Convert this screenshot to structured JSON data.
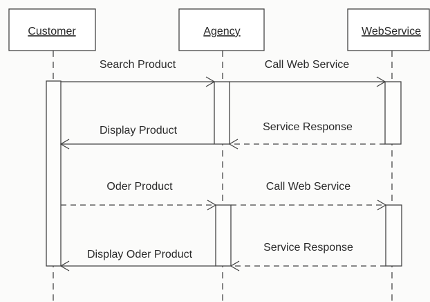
{
  "actors": [
    {
      "id": "customer",
      "name": "Customer"
    },
    {
      "id": "agency",
      "name": "Agency"
    },
    {
      "id": "webservice",
      "name": "WebService"
    }
  ],
  "messages": [
    {
      "id": "search-product",
      "label": "Search Product",
      "from": "customer",
      "to": "agency",
      "style": "solid"
    },
    {
      "id": "call-web-service-1",
      "label": "Call Web Service",
      "from": "agency",
      "to": "webservice",
      "style": "solid"
    },
    {
      "id": "service-response-1",
      "label": "Service Response",
      "from": "webservice",
      "to": "agency",
      "style": "dashed"
    },
    {
      "id": "display-product",
      "label": "Display Product",
      "from": "agency",
      "to": "customer",
      "style": "solid"
    },
    {
      "id": "oder-product",
      "label": "Oder Product",
      "from": "customer",
      "to": "agency",
      "style": "dashed"
    },
    {
      "id": "call-web-service-2",
      "label": "Call Web Service",
      "from": "agency",
      "to": "webservice",
      "style": "dashed"
    },
    {
      "id": "service-response-2",
      "label": "Service Response",
      "from": "webservice",
      "to": "agency",
      "style": "dashed"
    },
    {
      "id": "display-oder-product",
      "label": "Display Oder Product",
      "from": "agency",
      "to": "customer",
      "style": "solid"
    }
  ],
  "colors": {
    "line": "#444444",
    "text": "#2a2a2a",
    "box_fill": "#ffffff"
  }
}
